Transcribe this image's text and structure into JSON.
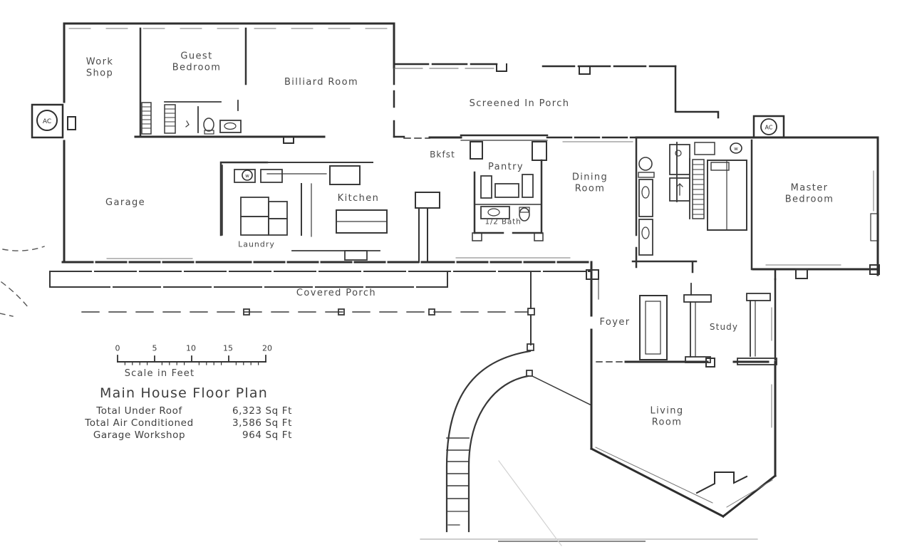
{
  "plan": {
    "title": "Main House Floor Plan",
    "ac_label": "AC",
    "wh_label": "w",
    "rooms": {
      "work_shop": {
        "line1": "Work",
        "line2": "Shop"
      },
      "guest_bedroom": {
        "line1": "Guest",
        "line2": "Bedroom"
      },
      "billiard_room": {
        "label": "Billiard Room"
      },
      "screened_porch": {
        "label": "Screened In Porch"
      },
      "bkfst": {
        "label": "Bkfst"
      },
      "pantry": {
        "label": "Pantry"
      },
      "dining_room": {
        "line1": "Dining",
        "line2": "Room"
      },
      "master_bedroom": {
        "line1": "Master",
        "line2": "Bedroom"
      },
      "garage": {
        "label": "Garage"
      },
      "kitchen": {
        "label": "Kitchen"
      },
      "laundry": {
        "label": "Laundry"
      },
      "half_bath": {
        "label": "1/2 Bath"
      },
      "covered_porch": {
        "label": "Covered Porch"
      },
      "foyer": {
        "label": "Foyer"
      },
      "study": {
        "label": "Study"
      },
      "living_room": {
        "line1": "Living",
        "line2": "Room"
      }
    },
    "scale": {
      "caption": "Scale in Feet",
      "ticks": [
        "0",
        "5",
        "10",
        "15",
        "20"
      ]
    },
    "stats": [
      {
        "label": "Total Under Roof",
        "value": "6,323 Sq Ft"
      },
      {
        "label": "Total Air Conditioned",
        "value": "3,586 Sq Ft"
      },
      {
        "label": "Garage Workshop",
        "value": "964 Sq Ft"
      }
    ]
  }
}
